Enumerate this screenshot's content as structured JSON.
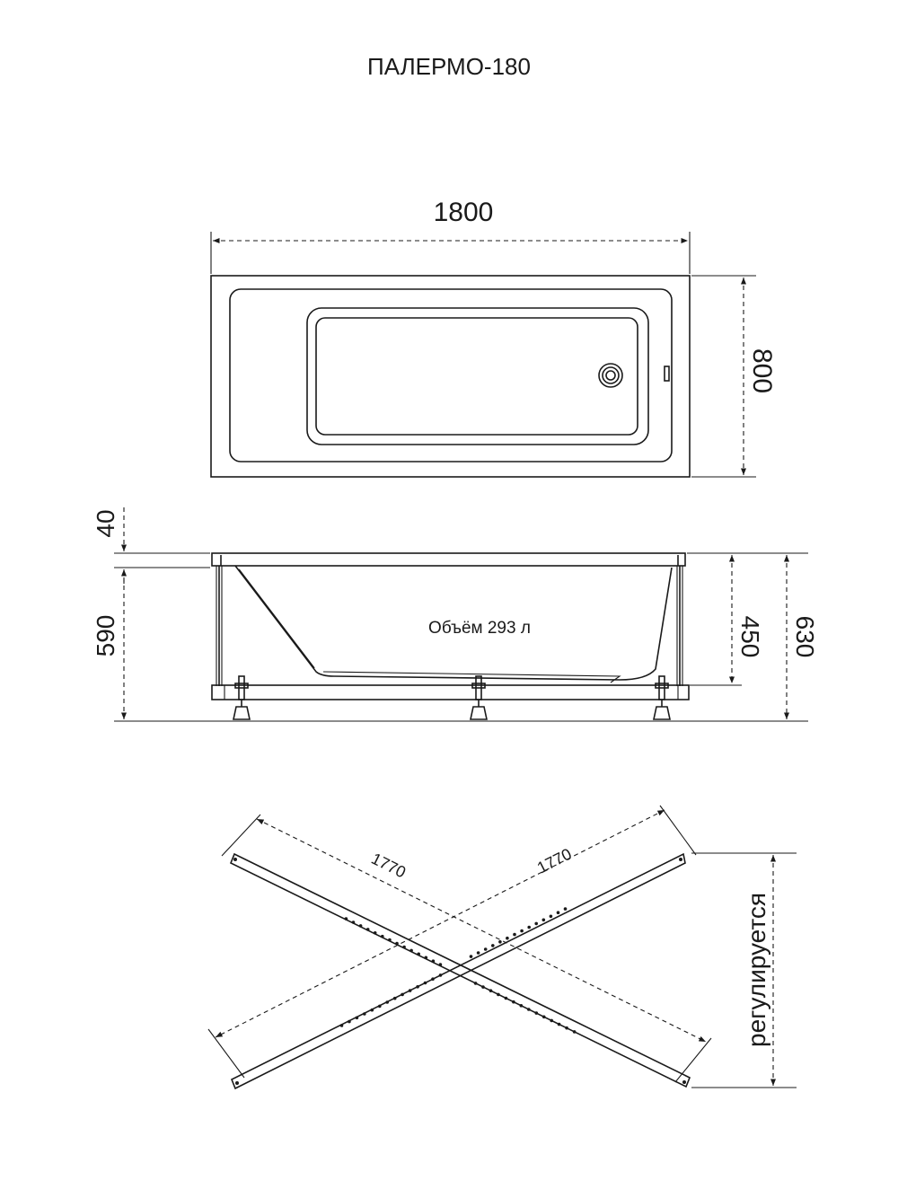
{
  "title": "ПАЛЕРМО-180",
  "top_view": {
    "length_label": "1800",
    "width_label": "800"
  },
  "side_view": {
    "rim_label": "40",
    "frame_height_label": "590",
    "depth_label": "450",
    "total_height_label": "630",
    "volume_label": "Объём 293 л"
  },
  "frame_view": {
    "bar_left_label": "1770",
    "bar_right_label": "1770",
    "adjust_label": "регулируется"
  }
}
